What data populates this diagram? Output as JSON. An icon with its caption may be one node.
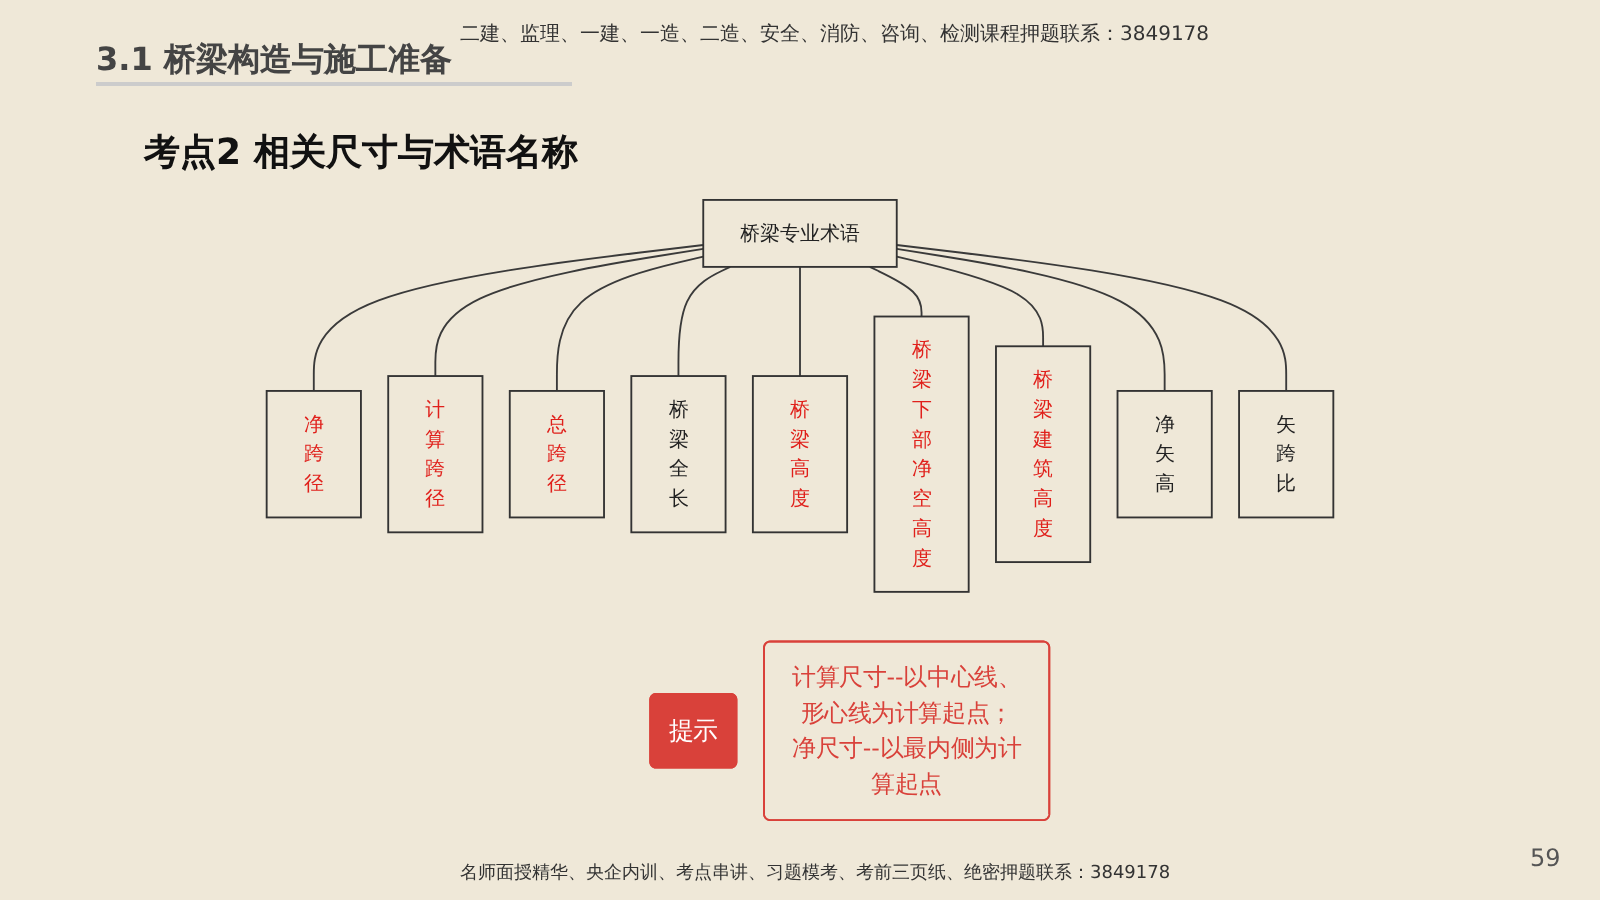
{
  "diagram": {
    "title": "考点2 相关尺寸与术语名称",
    "nodes": [
      {
        "text": [
          "桥梁专业术语"
        ]
      },
      {
        "text": [
          "净跨径"
        ]
      },
      {
        "text": [
          "计算跨径"
        ]
      },
      {
        "text": [
          "总跨径"
        ]
      },
      {
        "text": [
          "桥梁全长"
        ]
      },
      {
        "text": [
          "桥梁高度"
        ]
      },
      {
        "text": [
          "桥梁下部净空高度"
        ]
      },
      {
        "text": [
          "桥梁建筑高度"
        ]
      },
      {
        "text": [
          "净矢高"
        ]
      },
      {
        "text": [
          "矢跨比"
        ]
      },
      {
        "text": [
          "提示"
        ]
      },
      {
        "text": [
          "计算尺寸--以中心线、形心线为计算起点；",
          "净尺寸--以最内侧为计算起点"
        ]
      }
    ],
    "edges": [
      {
        "from": 0,
        "to": 1,
        "arrow": "none"
      },
      {
        "from": 0,
        "to": 2,
        "arrow": "none"
      },
      {
        "from": 0,
        "to": 3,
        "arrow": "none"
      },
      {
        "from": 0,
        "to": 4,
        "arrow": "none"
      },
      {
        "from": 0,
        "to": 5,
        "arrow": "none"
      },
      {
        "from": 0,
        "to": 6,
        "arrow": "none"
      },
      {
        "from": 0,
        "to": 7,
        "arrow": "none"
      },
      {
        "from": 0,
        "to": 8,
        "arrow": "none"
      },
      {
        "from": 0,
        "to": 9,
        "arrow": "none"
      }
    ],
    "labels": [
      "二建、监理、一建、一造、二造、安全、消防、咨询、检测课程押题联系：3849178",
      "3.1 桥梁构造与施工准备",
      "名师面授精华、央企内训、考点串讲、习题模考、考前三页纸、绝密押题联系：3849178",
      "59"
    ]
  }
}
